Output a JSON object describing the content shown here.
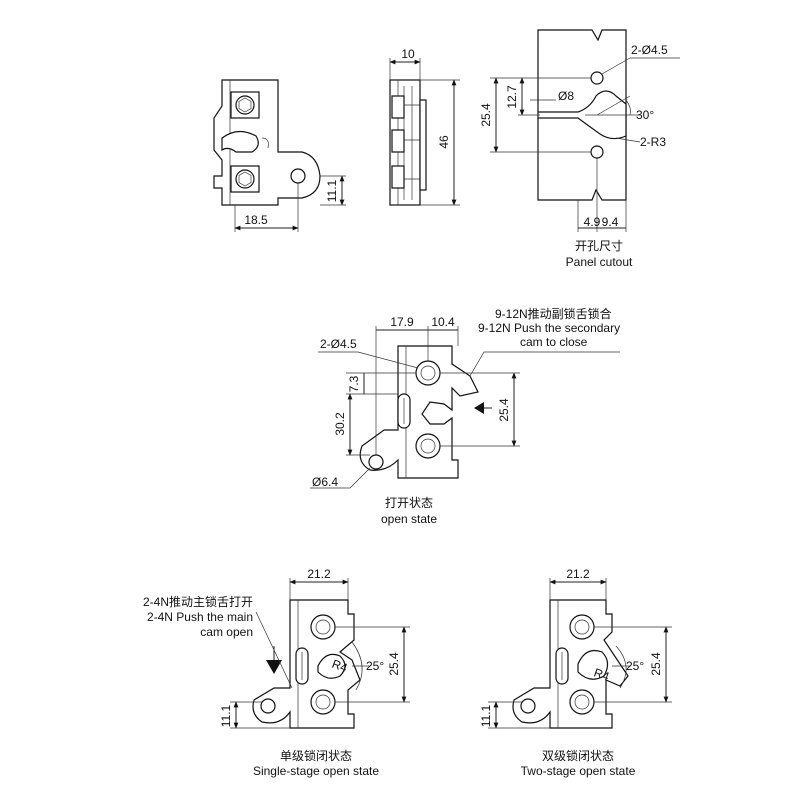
{
  "views": {
    "front": {
      "width_dim": "18.5",
      "height_dim": "11.1"
    },
    "side": {
      "width_dim": "10",
      "height_dim": "46"
    },
    "cutout": {
      "hole_label": "2-Ø4.5",
      "slot_label": "Ø8",
      "angle_label": "30°",
      "radius_label": "2-R3",
      "height_total": "25.4",
      "height_half": "12.7",
      "bottom_dim_a": "4.9",
      "bottom_dim_b": "9.4",
      "caption_cn": "开孔尺寸",
      "caption_en": "Panel cutout"
    },
    "open": {
      "dim_top_left": "17.9",
      "dim_top_right": "10.4",
      "hole_label": "2-Ø4.5",
      "note_cn": "9-12N推动副锁舌锁合",
      "note_en_1": "9-12N Push the secondary",
      "note_en_2": "cam to close",
      "dim_left_small": "7.3",
      "dim_left_big": "30.2",
      "dim_right": "25.4",
      "pivot_label": "Ø6.4",
      "caption_cn": "打开状态",
      "caption_en": "open state"
    },
    "single": {
      "dim_top": "21.2",
      "note_cn": "2-4N推动主锁舌打开",
      "note_en_1": "2-4N Push the main",
      "note_en_2": "cam open",
      "radius_label": "R4",
      "angle_label": "25°",
      "dim_right": "25.4",
      "dim_bottom_left": "11.1",
      "caption_cn": "单级锁闭状态",
      "caption_en": "Single-stage open state"
    },
    "two": {
      "dim_top": "21.2",
      "radius_label": "R4",
      "angle_label": "25°",
      "dim_right": "25.4",
      "dim_bottom_left": "11.1",
      "caption_cn": "双级锁闭状态",
      "caption_en": "Two-stage open state"
    }
  }
}
